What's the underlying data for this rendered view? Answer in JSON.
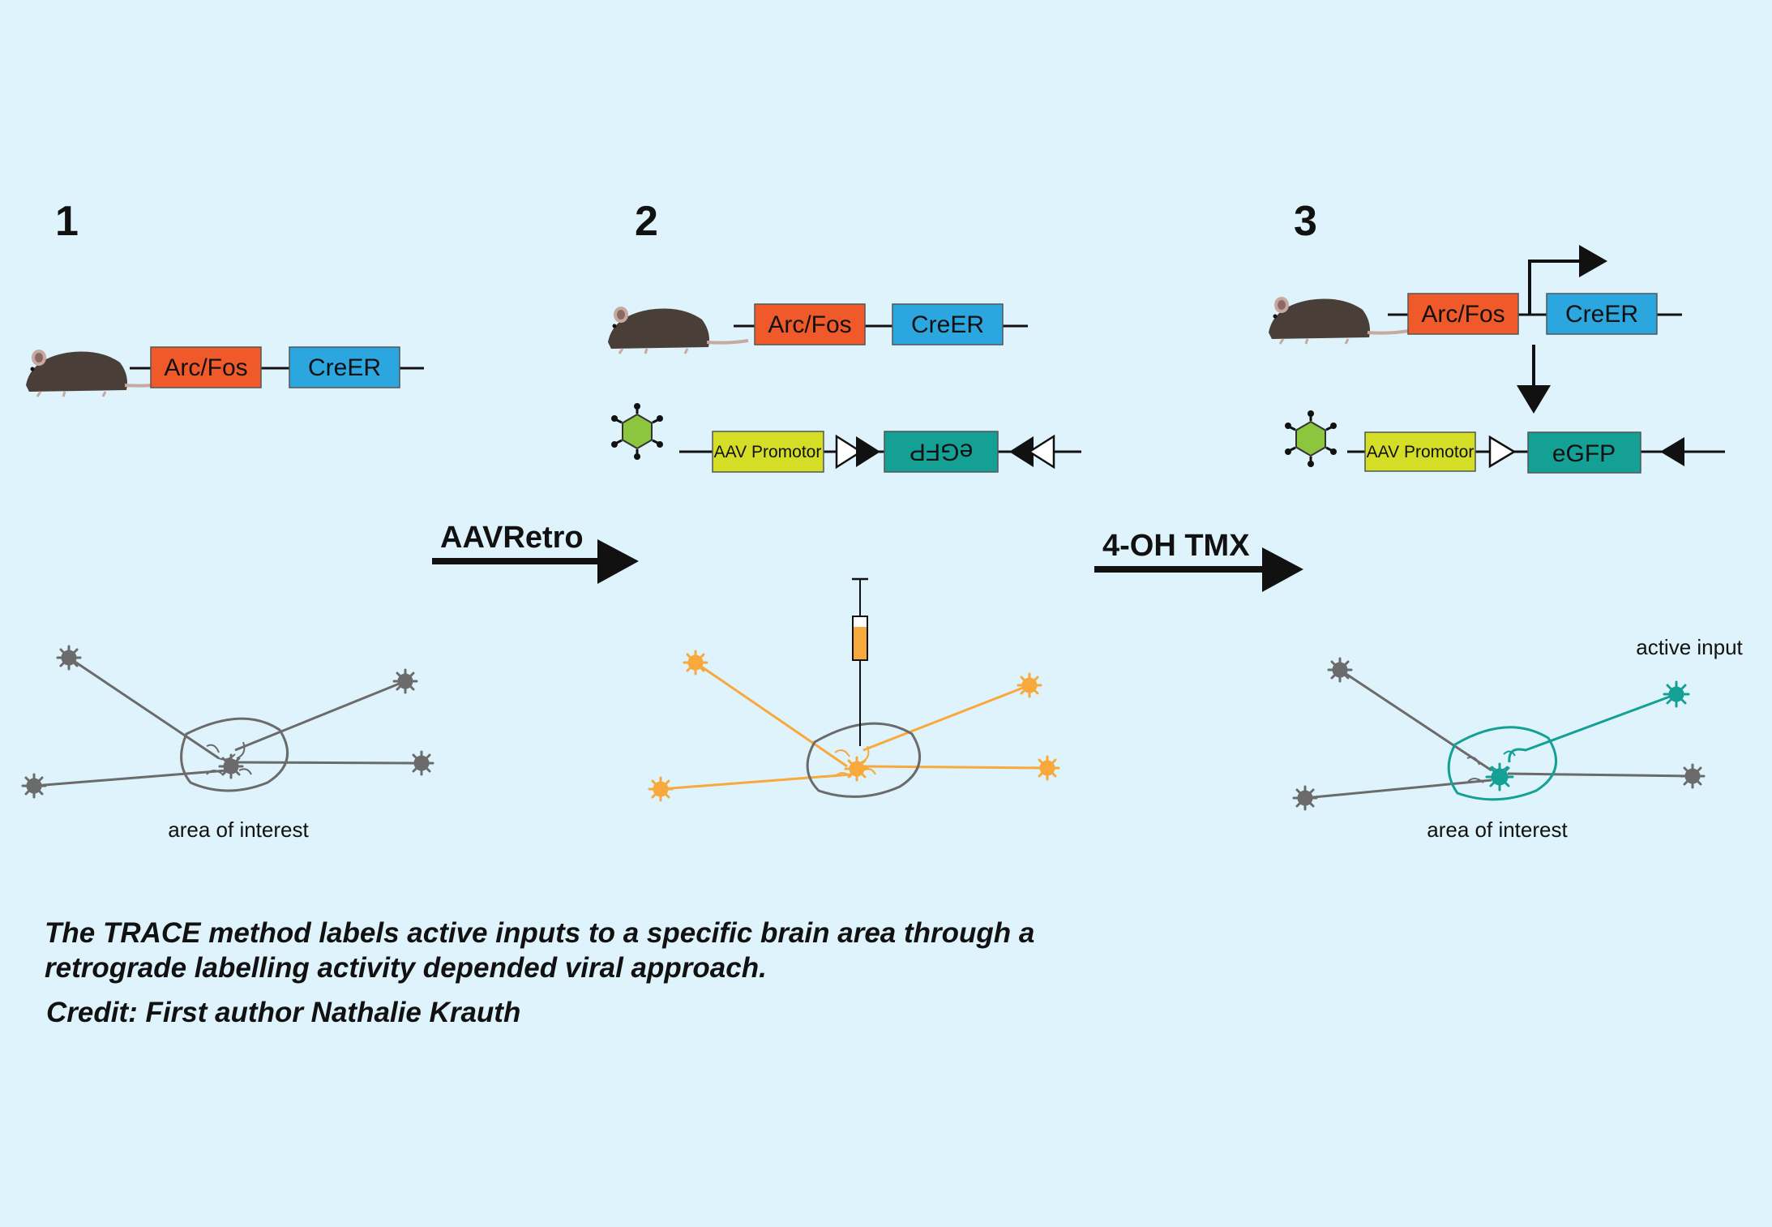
{
  "steps": [
    {
      "number": "1"
    },
    {
      "number": "2"
    },
    {
      "number": "3"
    }
  ],
  "construct": {
    "arc_fos": "Arc/Fos",
    "creer": "CreER",
    "aav_promotor": "AAV Promotor",
    "egfp": "eGFP"
  },
  "arrows": {
    "aavretro": "AAVRetro",
    "tmx": "4-OH TMX"
  },
  "labels": {
    "area_of_interest": "area of interest",
    "active_input": "active input"
  },
  "caption": {
    "line1": "The TRACE method labels active inputs to a specific brain area through a",
    "line2": "retrograde labelling activity depended viral approach.",
    "credit": "Credit: First author Nathalie Krauth"
  },
  "colors": {
    "background": "#def3fb",
    "arc_fos": "#f05a2a",
    "creer": "#2ba6df",
    "aav_promotor": "#d4de27",
    "egfp": "#14a095",
    "neuron_gray": "#6b6b6b",
    "neuron_orange": "#f9a93b",
    "neuron_teal": "#14a095",
    "virus_green": "#8cc63f",
    "mouse": "#4a3f38"
  }
}
